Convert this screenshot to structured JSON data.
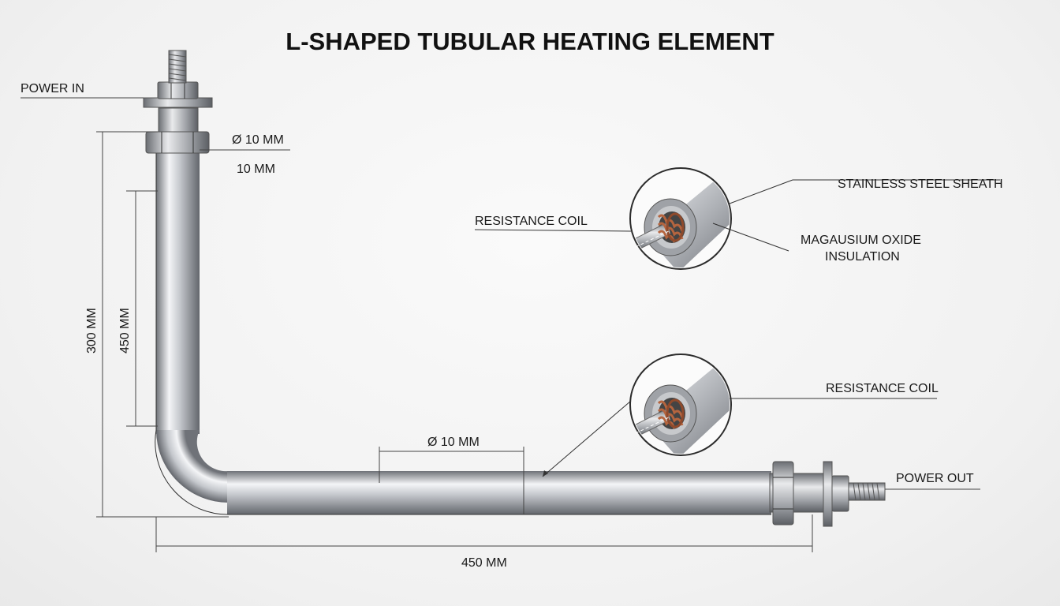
{
  "title": "L-SHAPED TUBULAR HEATING ELEMENT",
  "labels": {
    "power_in": "POWER IN",
    "power_out": "POWER OUT",
    "diameter_top": "Ø 10 MM",
    "size_top": "10 MM",
    "diameter_bottom": "Ø 10 MM",
    "dim_300": "300 MM",
    "dim_450_vertical": "450 MM",
    "dim_450_horizontal": "450 MM",
    "resistance_coil_top": "RESISTANCE COIL",
    "stainless_steel_sheath": "STAINLESS STEEL SHEATH",
    "insulation_line1": "MAGAUSIUM OXIDE",
    "insulation_line2": "INSULATION",
    "resistance_coil_bottom": "RESISTANCE COIL"
  },
  "colors": {
    "tube_light": "#f2f3f5",
    "tube_mid": "#b9bcc1",
    "tube_dark": "#6d7076",
    "copper": "#b5653f",
    "line": "#333333"
  }
}
